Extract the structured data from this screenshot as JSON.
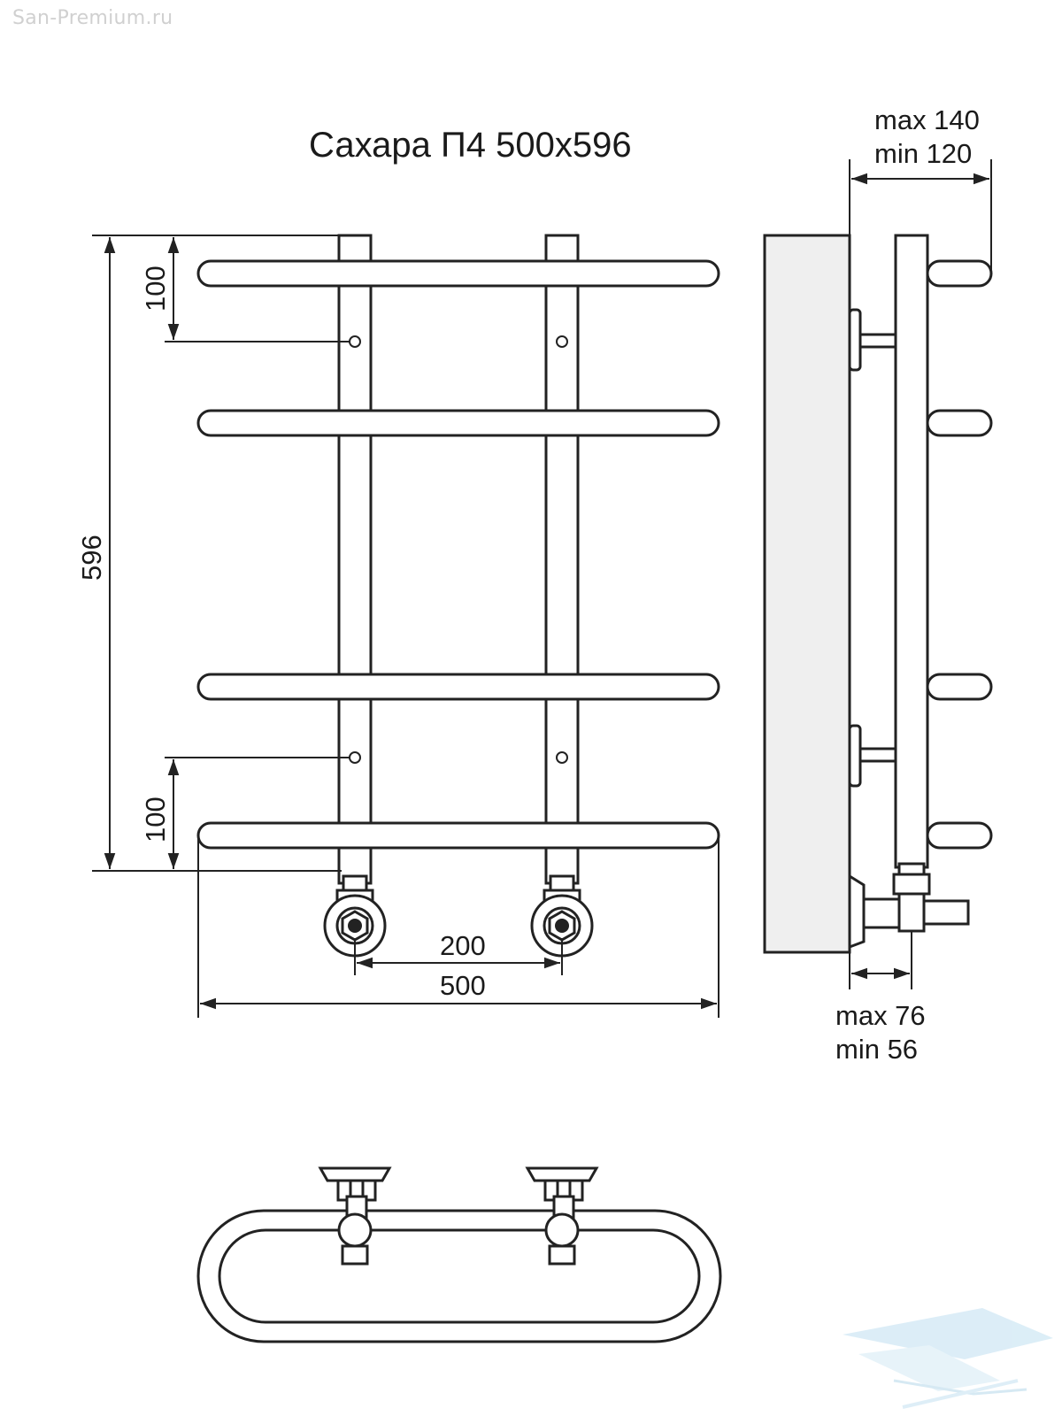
{
  "watermark": "San-Premium.ru",
  "title": "Сахара П4 500х596",
  "dimensions": {
    "height_total": "596",
    "top_offset": "100",
    "bottom_offset": "100",
    "axis_distance": "200",
    "width_total": "500",
    "depth_max": "max 140",
    "depth_min": "min 120",
    "wall_max": "max 76",
    "wall_min": "min 56"
  },
  "logo": {
    "name": "bathtub-logo-icon",
    "color": "#cfe6f2"
  }
}
